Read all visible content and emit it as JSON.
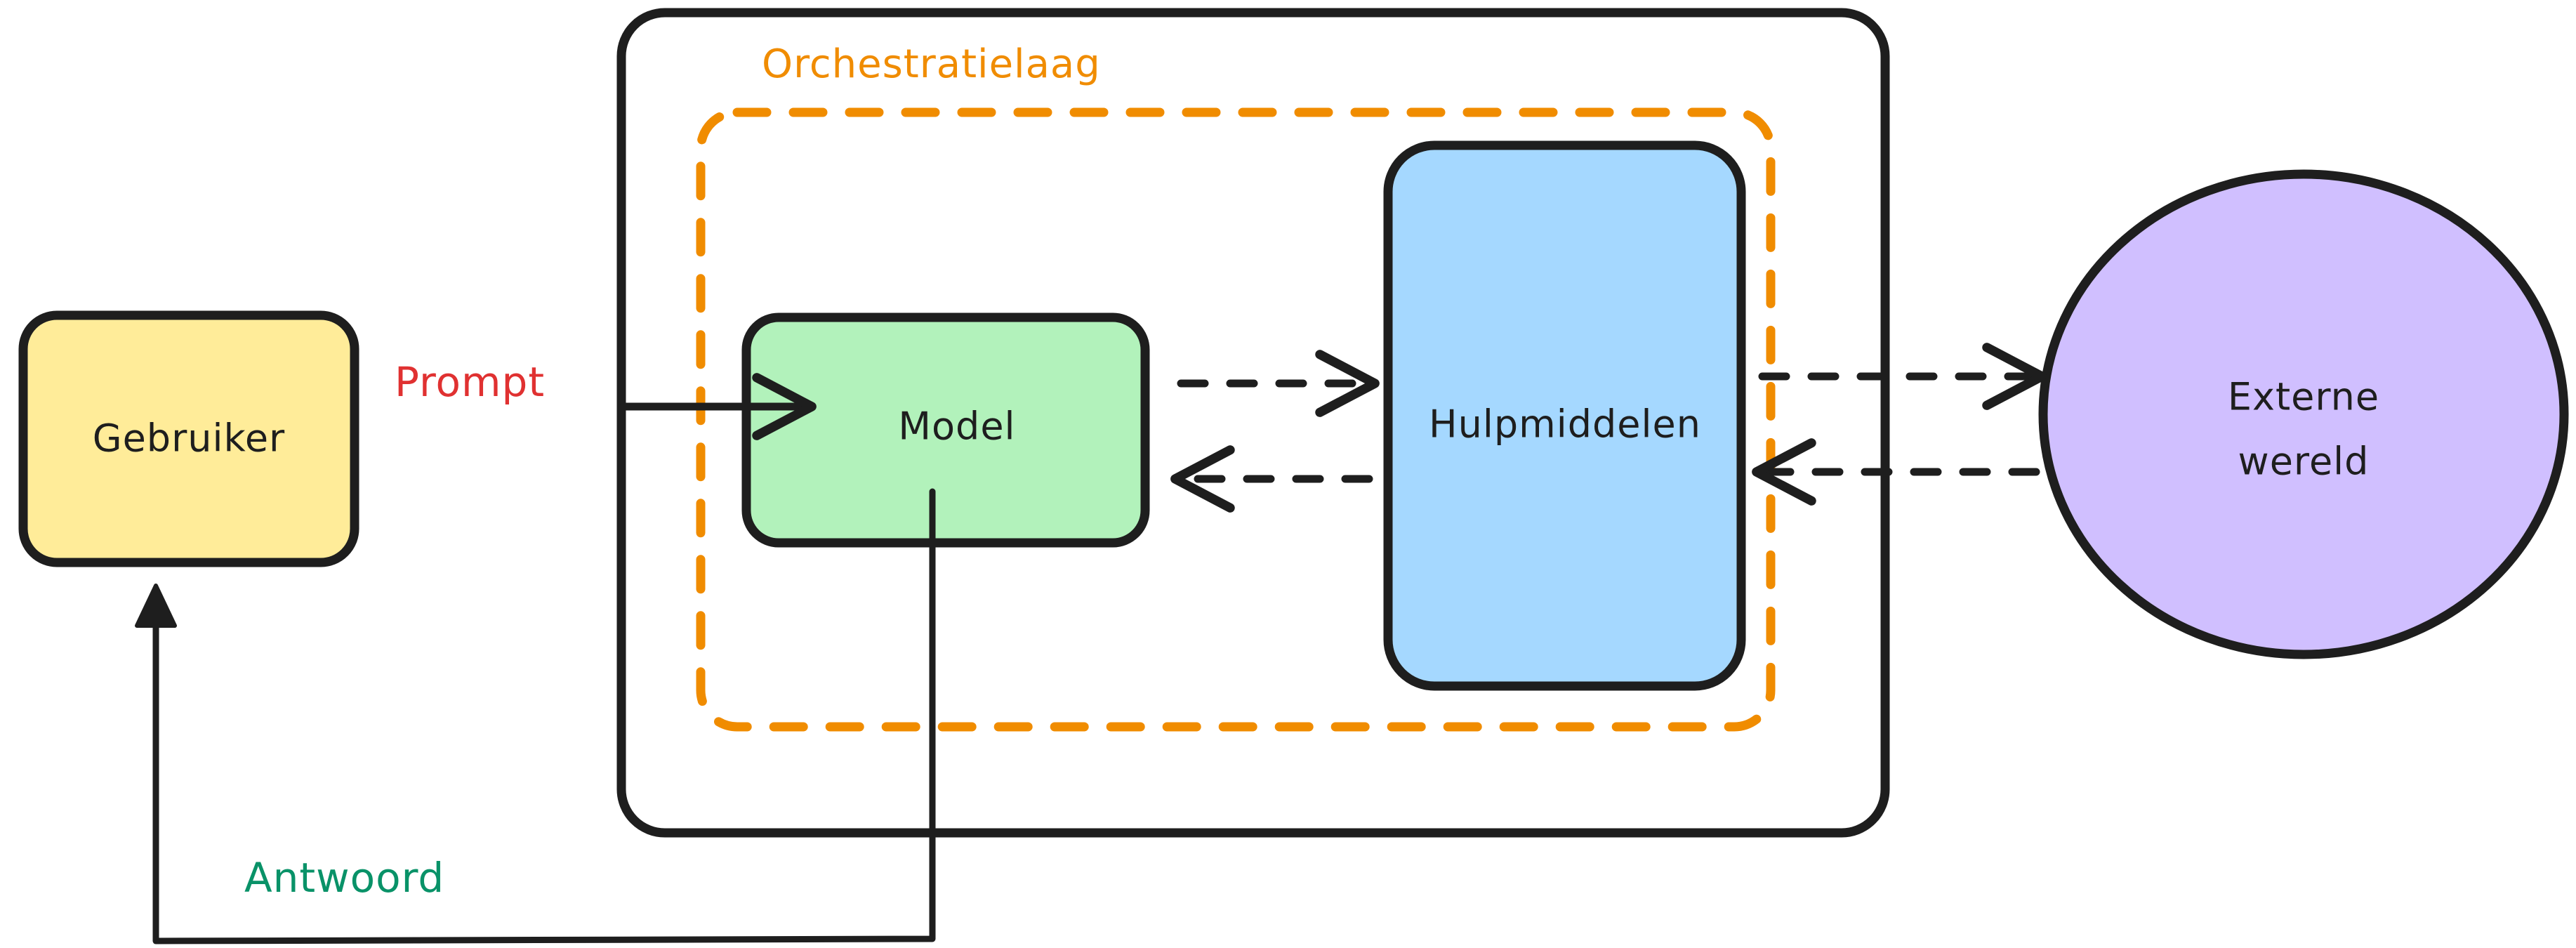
{
  "diagram": {
    "title_visible": false,
    "background": "#ffffff",
    "stroke": "#1e1e1e",
    "nodes": [
      {
        "id": "user",
        "label": "Gebruiker",
        "shape": "rounded-rect",
        "fill": "#ffec99",
        "stroke": "#1e1e1e"
      },
      {
        "id": "model",
        "label": "Model",
        "shape": "rounded-rect",
        "fill": "#b2f2bb",
        "stroke": "#1e1e1e"
      },
      {
        "id": "tools",
        "label": "Hulpmiddelen",
        "shape": "rounded-rect",
        "fill": "#a5d8ff",
        "stroke": "#1e1e1e"
      },
      {
        "id": "external",
        "label_line1": "Externe",
        "label_line2": "wereld",
        "shape": "ellipse",
        "fill": "#d0bfff",
        "stroke": "#1e1e1e"
      }
    ],
    "containers": [
      {
        "id": "agent-boundary",
        "label": "",
        "style": "solid",
        "stroke": "#1e1e1e",
        "fill": "none"
      },
      {
        "id": "orchestration-layer",
        "label": "Orchestratielaag",
        "style": "dashed",
        "stroke": "#f08c00",
        "fill": "none"
      }
    ],
    "edges": [
      {
        "id": "prompt",
        "label": "Prompt",
        "label_color": "#e03131",
        "from": "user",
        "to": "model",
        "style": "solid",
        "arrow": "end"
      },
      {
        "id": "answer",
        "label": "Antwoord",
        "label_color": "#099268",
        "from": "model",
        "to": "user",
        "style": "solid",
        "arrow": "end"
      },
      {
        "id": "model-to-tools",
        "label": "",
        "from": "model",
        "to": "tools",
        "style": "dashed",
        "arrow": "end"
      },
      {
        "id": "tools-to-model",
        "label": "",
        "from": "tools",
        "to": "model",
        "style": "dashed",
        "arrow": "end"
      },
      {
        "id": "tools-to-external",
        "label": "",
        "from": "tools",
        "to": "external",
        "style": "dashed",
        "arrow": "end"
      },
      {
        "id": "external-to-tools",
        "label": "",
        "from": "external",
        "to": "tools",
        "style": "dashed",
        "arrow": "end"
      }
    ],
    "colors": {
      "user_fill": "#ffec99",
      "model_fill": "#b2f2bb",
      "tools_fill": "#a5d8ff",
      "external_fill": "#d0bfff",
      "prompt_text": "#e03131",
      "answer_text": "#099268",
      "layer_text": "#f08c00",
      "ink": "#1e1e1e"
    }
  }
}
